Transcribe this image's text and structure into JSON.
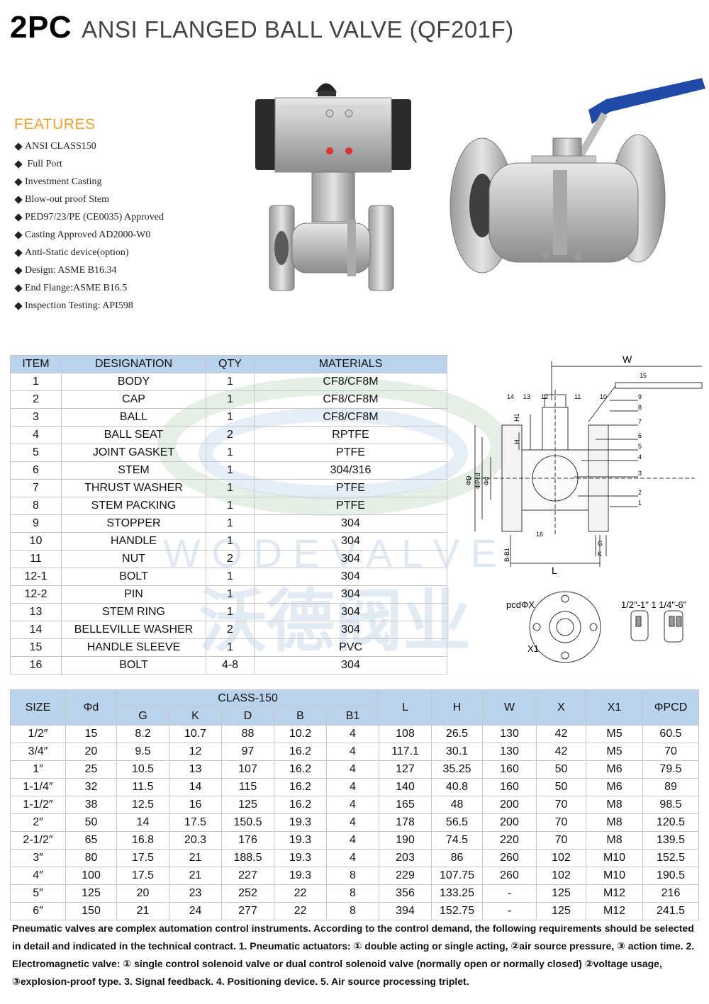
{
  "header": {
    "code": "2PC",
    "name": "ANSI FLANGED BALL VALVE (QF201F)"
  },
  "features": {
    "title": "FEATURES",
    "items": [
      "ANSI CLASS150",
      " Full Port",
      "Investment Casting",
      "Blow-out proof Stem",
      "PED97/23/PE (CE0035) Approved",
      "Casting Approved AD2000-W0",
      "Anti-Static device(option)",
      "Design: ASME B16.34",
      "End Flange:ASME B16.5",
      "Inspection Testing: API598"
    ]
  },
  "parts_table": {
    "headers": [
      "ITEM",
      "DESIGNATION",
      "QTY",
      "MATERIALS"
    ],
    "rows": [
      [
        "1",
        "BODY",
        "1",
        "CF8/CF8M"
      ],
      [
        "2",
        "CAP",
        "1",
        "CF8/CF8M"
      ],
      [
        "3",
        "BALL",
        "1",
        "CF8/CF8M"
      ],
      [
        "4",
        "BALL SEAT",
        "2",
        "RPTFE"
      ],
      [
        "5",
        "JOINT GASKET",
        "1",
        "PTFE"
      ],
      [
        "6",
        "STEM",
        "1",
        "304/316"
      ],
      [
        "7",
        "THRUST WASHER",
        "1",
        "PTFE"
      ],
      [
        "8",
        "STEM PACKING",
        "1",
        "PTFE"
      ],
      [
        "9",
        "STOPPER",
        "1",
        "304"
      ],
      [
        "10",
        "HANDLE",
        "1",
        "304"
      ],
      [
        "11",
        "NUT",
        "2",
        "304"
      ],
      [
        "12-1",
        "BOLT",
        "1",
        "304"
      ],
      [
        "12-2",
        "PIN",
        "1",
        "304"
      ],
      [
        "13",
        "STEM RING",
        "1",
        "304"
      ],
      [
        "14",
        "BELLEVILLE WASHER",
        "2",
        "304"
      ],
      [
        "15",
        "HANDLE SLEEVE",
        "1",
        "PVC"
      ],
      [
        "16",
        "BOLT",
        "4-8",
        "304"
      ]
    ]
  },
  "watermark": {
    "latin": "W O D E V A L V E",
    "cjk": "沃德阀业"
  },
  "drawing": {
    "w_label": "W",
    "callouts": [
      "15",
      "14",
      "13",
      "12",
      "11",
      "10",
      "9",
      "8",
      "7",
      "6",
      "5",
      "4",
      "3",
      "2",
      "1",
      "16"
    ],
    "dims": {
      "h1": "H1",
      "h": "H",
      "phi_d_outer": "ΦD",
      "phi_pcd": "ΦPcd",
      "phi_d": "Φd",
      "b_b1": "B-B1",
      "l": "L",
      "g": "G",
      "k": "K"
    },
    "flange": {
      "pcd": "pcdΦX",
      "x1": "X1",
      "sizes": "1/2\"-1\" 1 1/4\"-6\""
    }
  },
  "size_table": {
    "head_top": [
      "SIZE",
      "Φd",
      "CLASS-150",
      "L",
      "H",
      "W",
      "X",
      "X1",
      "ΦPCD"
    ],
    "head_sub": [
      "G",
      "K",
      "D",
      "B",
      "B1"
    ],
    "rows": [
      [
        "1/2″",
        "15",
        "8.2",
        "10.7",
        "88",
        "10.2",
        "4",
        "108",
        "26.5",
        "130",
        "42",
        "M5",
        "60.5"
      ],
      [
        "3/4″",
        "20",
        "9.5",
        "12",
        "97",
        "16.2",
        "4",
        "117.1",
        "30.1",
        "130",
        "42",
        "M5",
        "70"
      ],
      [
        "1″",
        "25",
        "10.5",
        "13",
        "107",
        "16.2",
        "4",
        "127",
        "35.25",
        "160",
        "50",
        "M6",
        "79.5"
      ],
      [
        "1-1/4″",
        "32",
        "11.5",
        "14",
        "115",
        "16.2",
        "4",
        "140",
        "40.8",
        "160",
        "50",
        "M6",
        "89"
      ],
      [
        "1-1/2″",
        "38",
        "12.5",
        "16",
        "125",
        "16.2",
        "4",
        "165",
        "48",
        "200",
        "70",
        "M8",
        "98.5"
      ],
      [
        "2″",
        "50",
        "14",
        "17.5",
        "150.5",
        "19.3",
        "4",
        "178",
        "56.5",
        "200",
        "70",
        "M8",
        "120.5"
      ],
      [
        "2-1/2″",
        "65",
        "16.8",
        "20.3",
        "176",
        "19.3",
        "4",
        "190",
        "74.5",
        "220",
        "70",
        "M8",
        "139.5"
      ],
      [
        "3″",
        "80",
        "17.5",
        "21",
        "188.5",
        "19.3",
        "4",
        "203",
        "86",
        "260",
        "102",
        "M10",
        "152.5"
      ],
      [
        "4″",
        "100",
        "17.5",
        "21",
        "227",
        "19.3",
        "8",
        "229",
        "107.75",
        "260",
        "102",
        "M10",
        "190.5"
      ],
      [
        "5″",
        "125",
        "20",
        "23",
        "252",
        "22",
        "8",
        "356",
        "133.25",
        "-",
        "125",
        "M12",
        "216"
      ],
      [
        "6″",
        "150",
        "21",
        "24",
        "277",
        "22",
        "8",
        "394",
        "152.75",
        "-",
        "125",
        "M12",
        "241.5"
      ]
    ]
  },
  "notes": "Pneumatic valves are complex automation control instruments. According to the control demand, the following requirements should be selected in detail and indicated in the technical contract. 1. Pneumatic actuators: ① double acting or single acting, ②air source pressure, ③ action time. 2. Electromagnetic valve: ① single control solenoid valve or dual control solenoid valve (normally open or normally closed) ②voltage usage, ③explosion-proof type. 3. Signal feedback. 4. Positioning device. 5. Air source processing triplet."
}
